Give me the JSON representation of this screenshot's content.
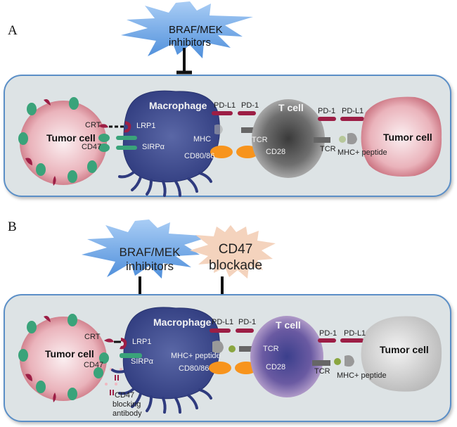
{
  "panels": [
    {
      "letter": "A",
      "drugs": [
        {
          "line1": "BRAF/MEK",
          "line2": "inhibitors",
          "color": "#6fa8e8"
        }
      ],
      "cells": {
        "tumor_left": "Tumor cell",
        "macrophage": "Macrophage",
        "t_cell": "T cell",
        "tumor_right": "Tumor cell"
      },
      "labels": {
        "crt": "CRT",
        "lrp1": "LRP1",
        "cd47": "CD47",
        "sirpa": "SIRPα",
        "mhc": "MHC",
        "cd80_86": "CD80/86",
        "pdl1_left": "PD-L1",
        "pd1_left": "PD-1",
        "tcr_left": "TCR",
        "cd28": "CD28",
        "pd1_right": "PD-1",
        "pdl1_right": "PD-L1",
        "tcr_right": "TCR",
        "mhc_peptide_right": "MHC+ peptide"
      }
    },
    {
      "letter": "B",
      "drugs": [
        {
          "line1": "BRAF/MEK",
          "line2": "inhibitors",
          "color": "#6fa8e8"
        },
        {
          "line1": "CD47",
          "line2": "blockade",
          "color": "#f4d3bd"
        }
      ],
      "cells": {
        "tumor_left": "Tumor cell",
        "macrophage": "Macrophage",
        "t_cell": "T cell",
        "tumor_right": "Tumor cell"
      },
      "labels": {
        "crt": "CRT",
        "lrp1": "LRP1",
        "cd47": "CD47",
        "sirpa": "SIRPα",
        "mhc_peptide_left": "MHC+ peptide",
        "cd80_86": "CD80/86",
        "pdl1_left": "PD-L1",
        "pd1_left": "PD-1",
        "tcr_left": "TCR",
        "cd28": "CD28",
        "pd1_right": "PD-1",
        "pdl1_right": "PD-L1",
        "tcr_right": "TCR",
        "mhc_peptide_right": "MHC+ peptide",
        "antibody_line1": "CD47",
        "antibody_line2": "blocking",
        "antibody_line3": "antibody"
      }
    }
  ],
  "colors": {
    "panel_bg": "#dde3e5",
    "panel_border": "#5b8fc7",
    "tumor_pink": "#e7a5ad",
    "tumor_gray": "#cfcfcf",
    "macrophage": "#3d4a8f",
    "t_cell_gray": "#8a8a8a",
    "t_cell_purple": "#b79ec8",
    "receptor_maroon": "#9c1e45",
    "receptor_green": "#3aa37a",
    "costim_orange": "#f7941d",
    "peptide_green": "#8aa640"
  }
}
